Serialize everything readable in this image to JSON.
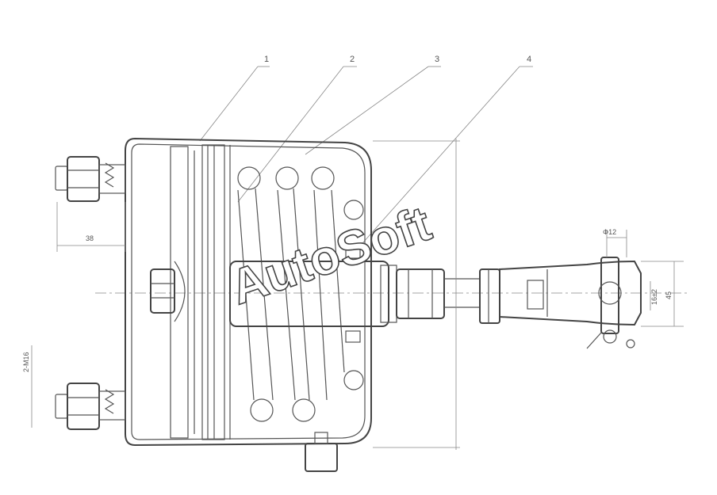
{
  "callouts": [
    "1",
    "2",
    "3",
    "4"
  ],
  "dimensions": {
    "port_spacing": "38",
    "thread": "2-M16",
    "pin_diameter": "Φ12",
    "clevis_width": "16±2",
    "clevis_height": "45"
  },
  "watermark": "AutoSoft"
}
